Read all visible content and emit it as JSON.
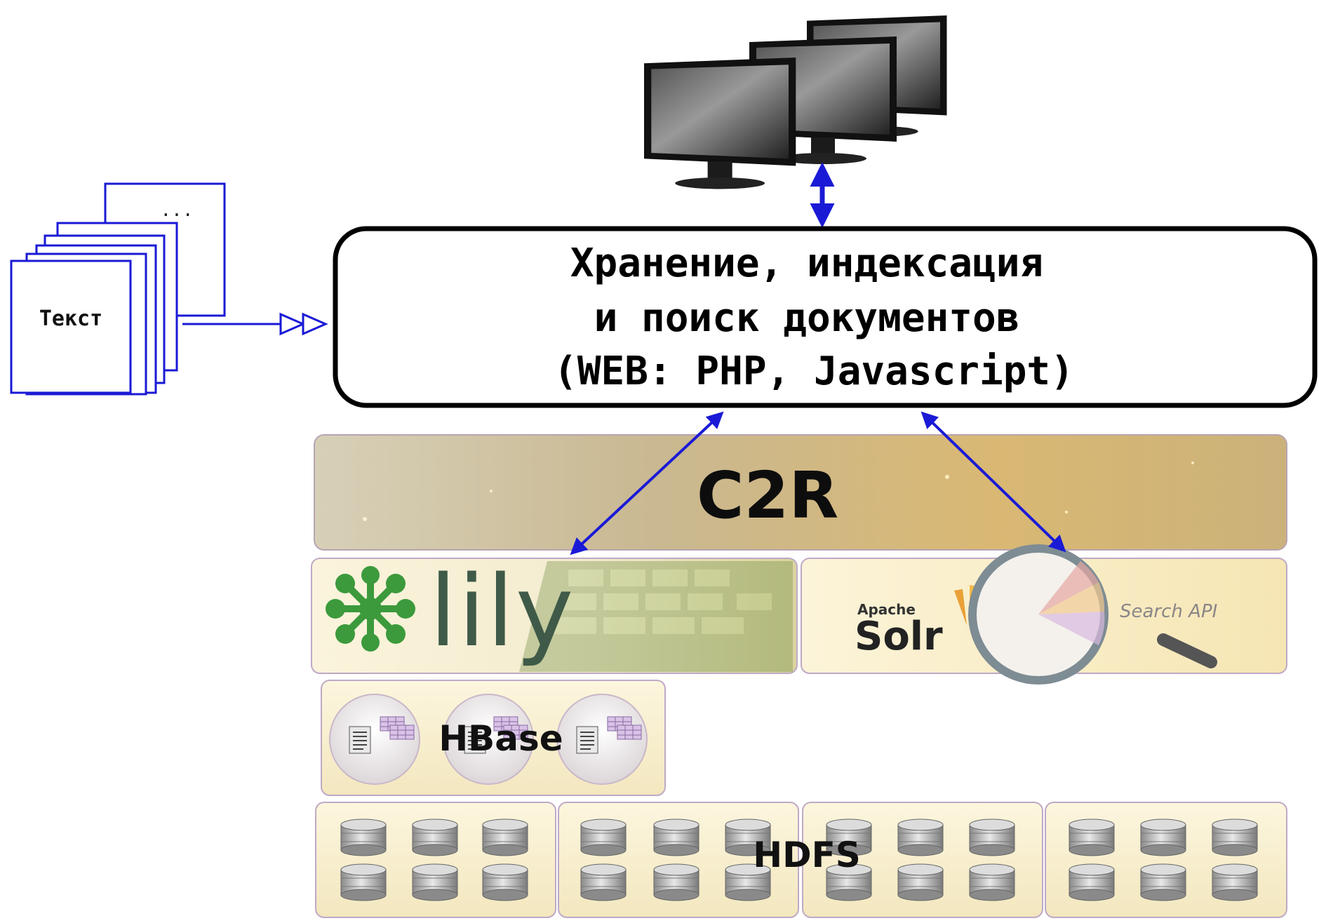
{
  "documents": {
    "ellipsis": "...",
    "label": "Текст"
  },
  "main_box": {
    "line1": "Хранение, индексация",
    "line2": "и поиск документов",
    "line3": "(WEB: PHP, Javascript)"
  },
  "layers": {
    "c2r": "C2R",
    "lily": "lily",
    "solr_apache": "Apache",
    "solr": "Solr",
    "search_api": "Search API",
    "hbase": "HBase",
    "hdfs": "HDFS"
  },
  "colors": {
    "connector": "#1a1ad6",
    "box_border": "#000000",
    "lily_green": "#3c9a3c",
    "lily_text": "#3f5a48",
    "panel_fill": "#f7efd0",
    "panel_border": "#bfa9c6"
  },
  "icons": [
    "monitor-icon",
    "document-stack-icon",
    "lily-flower-icon",
    "magnifier-icon",
    "database-icon",
    "document-icon"
  ]
}
